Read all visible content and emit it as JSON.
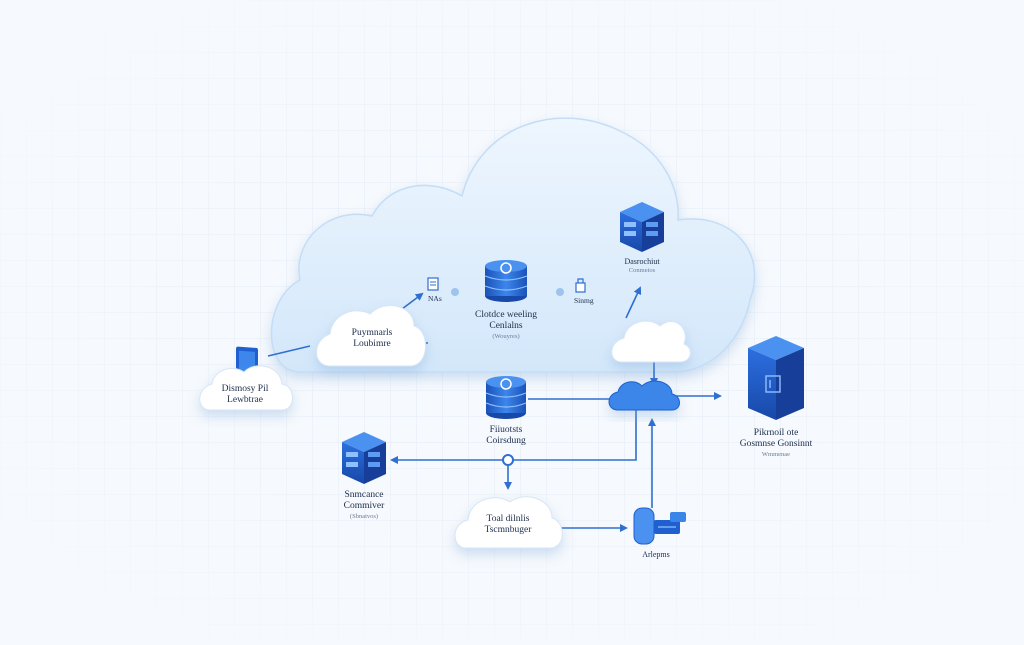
{
  "colors": {
    "background": "#f6f9fd",
    "grid": "#e3ecf7",
    "cloud_fill": "#dcedfb",
    "connector": "#2f6fd0",
    "device_blue": "#1f5fcf",
    "device_dark": "#173f9a"
  },
  "icons": [
    "tablet-icon",
    "server-cube-icon",
    "database-icon",
    "cloud-node-icon",
    "storage-box-icon",
    "router-icon",
    "lock-icon",
    "document-icon"
  ],
  "nodes": {
    "left_device": {
      "l1": "Dismosy Pil",
      "l2": "Lewbtrae"
    },
    "inner_cloud": {
      "l1": "Puymnarls",
      "l2": "Loubimre"
    },
    "nas": {
      "label": "NAs"
    },
    "top_database": {
      "l1": "Clotdce weeling",
      "l2": "Cenlalns",
      "sub": "(Wouyres)"
    },
    "store": {
      "label": "Sinmg"
    },
    "top_server": {
      "l1": "Dasrochiut",
      "sub": "Conmeios"
    },
    "mid_database": {
      "l1": "Fiiuotsts",
      "l2": "Coirsdung"
    },
    "right_server": {
      "l1": "Pikrnoil ote",
      "l2": "Gosmnse Gonsinnt",
      "sub": "Wmmenae"
    },
    "left_server": {
      "l1": "Snmcance",
      "l2": "Commiver",
      "sub": "(Sbnatvos)"
    },
    "bottom_cloud": {
      "l1": "Toal dilnlis",
      "l2": "Tscmnbuger"
    },
    "router": {
      "l1": "Arlepms"
    }
  }
}
